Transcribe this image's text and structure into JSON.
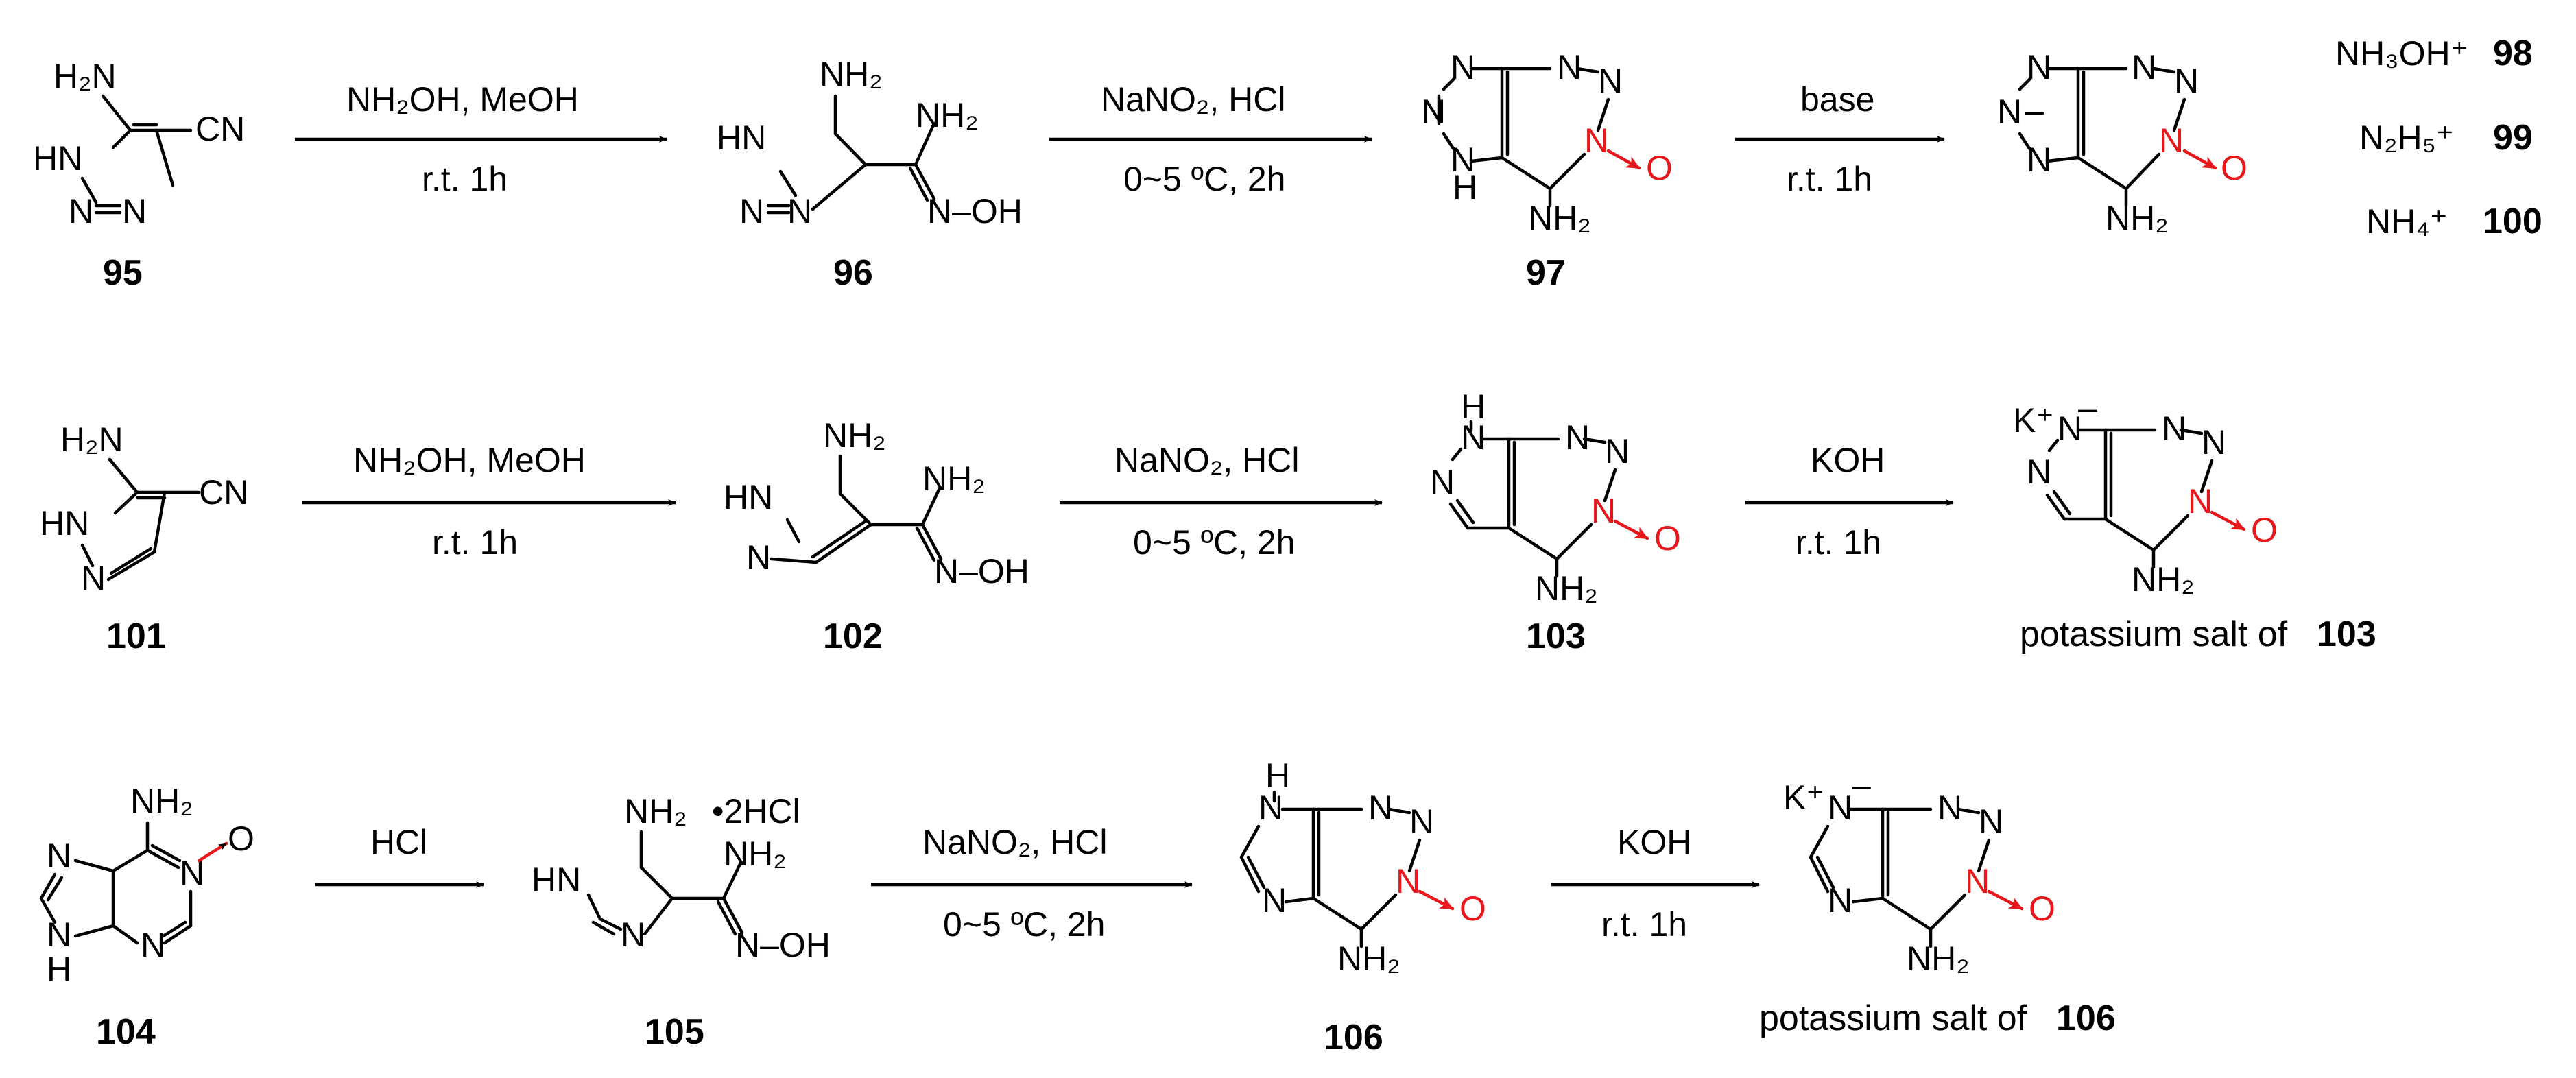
{
  "compounds": {
    "c95": "95",
    "c96": "96",
    "c97": "97",
    "c98": "98",
    "c99": "99",
    "c100": "100",
    "c101": "101",
    "c102": "102",
    "c103": "103",
    "c104": "104",
    "c105": "105",
    "c106": "106"
  },
  "salts": {
    "row2_prefix": "potassium salt of",
    "row2_ref": "103",
    "row3_prefix": "potassium salt of",
    "row3_ref": "106"
  },
  "cations": {
    "hydroxylammonium": "NH₃OH⁺",
    "hydrazinium": "N₂H₅⁺",
    "ammonium": "NH₄⁺"
  },
  "conditions": {
    "r1_a1_top": "NH₂OH,   MeOH",
    "r1_a1_bottom": "r.t.   1h",
    "r1_a2_top": "NaNO₂,   HCl",
    "r1_a2_bottom": "0~5 ºC,   2h",
    "r1_a3_top": "base",
    "r1_a3_bottom": "r.t.   1h",
    "r2_a1_top": "NH₂OH,   MeOH",
    "r2_a1_bottom": "r.t.   1h",
    "r2_a2_top": "NaNO₂,   HCl",
    "r2_a2_bottom": "0~5 ºC,   2h",
    "r2_a3_top": "KOH",
    "r2_a3_bottom": "r.t.   1h",
    "r3_a1_top": "HCl",
    "r3_a2_top": "NaNO₂,   HCl",
    "r3_a2_bottom": "0~5 ºC,   2h",
    "r3_a3_top": "KOH",
    "r3_a3_bottom": "r.t.   1h"
  },
  "annotations": {
    "dihydrochloride": "•2HCl"
  },
  "atom_labels": {
    "H2N": "H₂N",
    "NH2": "NH₂",
    "CN": "CN",
    "HN": "HN",
    "N": "N",
    "H": "H",
    "NOH": "N–OH",
    "O": "O",
    "K": "K⁺",
    "minus": "–"
  },
  "colors": {
    "ink": "#000000",
    "oxygen": "#e8171b"
  }
}
